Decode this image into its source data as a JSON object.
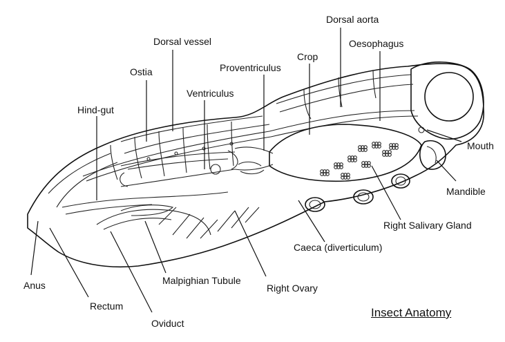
{
  "labels": {
    "dorsal_aorta": "Dorsal aorta",
    "dorsal_vessel": "Dorsal vessel",
    "oesophagus": "Oesophagus",
    "ostia": "Ostia",
    "crop": "Crop",
    "proventriculus": "Proventriculus",
    "ventriculus": "Ventriculus",
    "hind_gut": "Hind-gut",
    "mouth": "Mouth",
    "mandible": "Mandible",
    "right_salivary_gland": "Right Salivary Gland",
    "caeca": "Caeca (diverticulum)",
    "right_ovary": "Right Ovary",
    "malpighian_tubule": "Malpighian Tubule",
    "anus": "Anus",
    "rectum": "Rectum",
    "oviduct": "Oviduct"
  },
  "title": "Insect Anatomy"
}
